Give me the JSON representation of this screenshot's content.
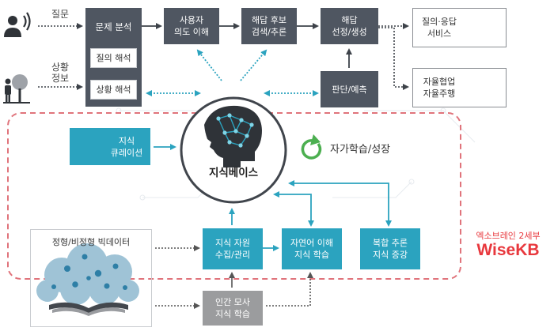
{
  "inputs": {
    "question": "질문",
    "situation": [
      "상황",
      "정보"
    ]
  },
  "analysis": {
    "title": "문제 분석",
    "query_interpret": "질의 해석",
    "situation_interpret": "상황 해석"
  },
  "pipeline": {
    "intent": [
      "사용자",
      "의도 이해"
    ],
    "search": [
      "해답 후보",
      "검색/추론"
    ],
    "select": [
      "해답",
      "선정/생성"
    ],
    "judge": "판단/예측"
  },
  "outputs": {
    "qa": [
      "질의·응답",
      "서비스"
    ],
    "auto": [
      "자율협업",
      "자율주행"
    ]
  },
  "core": {
    "kb_title": "지식베이스",
    "self_learn": "자가학습/성장",
    "curation": [
      "지식",
      "큐레이션"
    ],
    "collect": [
      "지식 자원",
      "수집/관리"
    ],
    "nlu": [
      "자연어 이해",
      "지식 학습"
    ],
    "reason": [
      "복합 추론",
      "지식 증강"
    ]
  },
  "data_source": {
    "title": "정형/비정형 빅데이터"
  },
  "human_learn": [
    "인간 모사",
    "지식 학습"
  ],
  "brand": {
    "subtitle": "엑소브레인 2세부",
    "name": "WiseKB",
    "color": "#e8383d"
  },
  "colors": {
    "dark_box": "#4f5661",
    "teal": "#2ba3bf",
    "dashed_border": "#e0737b"
  }
}
